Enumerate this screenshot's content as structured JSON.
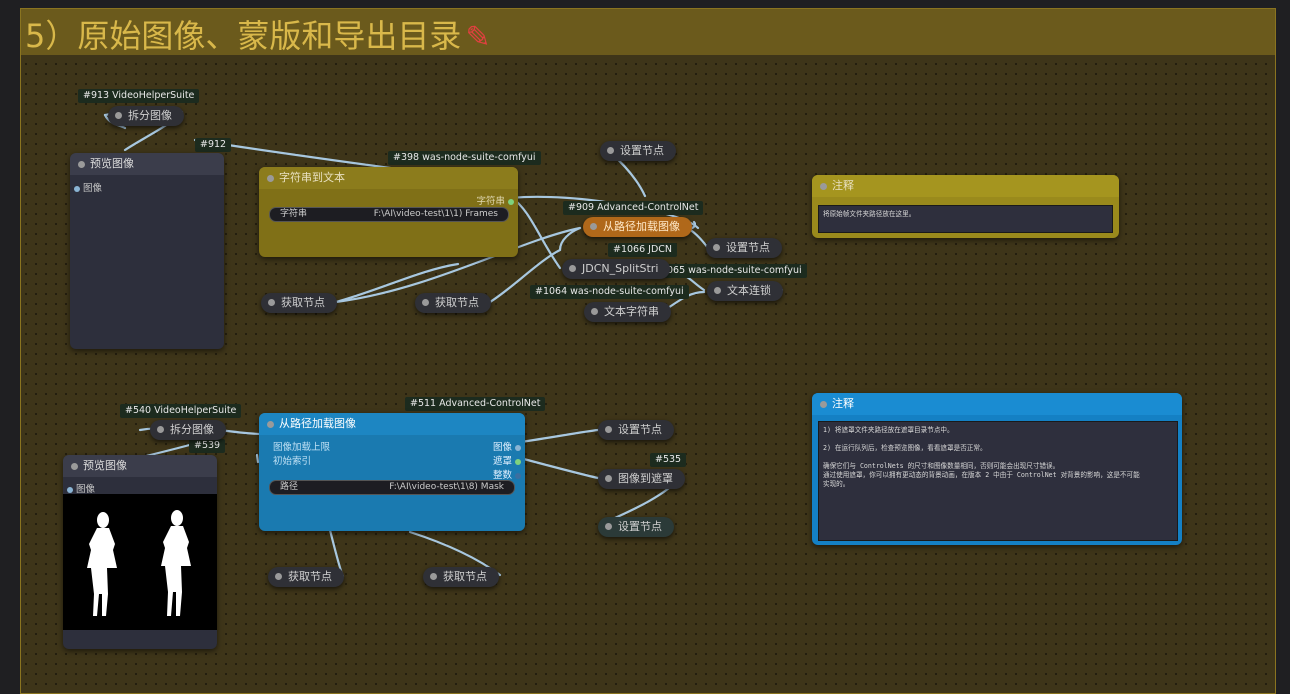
{
  "group": {
    "title": "5）原始图像、蒙版和导出目录",
    "pin_icon": "pushpin-icon",
    "color": "#6b5a1c"
  },
  "badges": {
    "b913": "#913 VideoHelperSuite",
    "b912": "#912",
    "b398": "#398 was-node-suite-comfyui",
    "b909": "#909 Advanced-ControlNet",
    "b1066": "#1066 JDCN",
    "b1065": "#1065 was-node-suite-comfyui",
    "b1064": "#1064 was-node-suite-comfyui",
    "b540": "#540 VideoHelperSuite",
    "b539": "#539",
    "b511": "#511 Advanced-ControlNet",
    "b535": "#535"
  },
  "nodes": {
    "split1": "拆分图像",
    "preview1": {
      "title": "预览图像",
      "input": "图像"
    },
    "str2text": {
      "title": "字符串到文本",
      "output": "字符串",
      "widget_label": "字符串",
      "widget_value": "F:\\AI\\video-test\\1\\1) Frames"
    },
    "setnode1": "设置节点",
    "load_path1": "从路径加载图像",
    "setnode2": "设置节点",
    "jdcn": "JDCN_SplitStri",
    "text_concat": "文本连锁",
    "text_string": "文本字符串",
    "getnode1": "获取节点",
    "getnode2": "获取节点",
    "note1": {
      "title": "注释",
      "body": "将原始帧文件夹路径放在这里。"
    },
    "split2": "拆分图像",
    "preview2": {
      "title": "预览图像",
      "input": "图像"
    },
    "load_path2": {
      "title": "从路径加载图像",
      "in1": "图像加载上限",
      "in2": "初始索引",
      "out1": "图像",
      "out2": "遮罩",
      "out3": "整数",
      "widget_label": "路径",
      "widget_value": "F:\\AI\\video-test\\1\\8) Mask"
    },
    "setnode3": "设置节点",
    "img2mask": "图像到遮罩",
    "setnode4": "设置节点",
    "getnode3": "获取节点",
    "getnode4": "获取节点",
    "note2": {
      "title": "注释",
      "body": "1) 将遮罩文件夹路径放在遮罩目录节点中。\n\n2) 在运行队列后，检查预览图像，看看遮罩是否正常。\n\n确保它们与 ControlNets 的尺寸和图像数量相同，否则可能会出现尺寸错误。\n通过使用遮罩，你可以拥有更动态的背景动画，在版本 2 中由于 ControlNet 对背景的影响，这是不可能\n实现的。"
    }
  },
  "colors": {
    "link": "#a8c8e0",
    "olive_node": "#807017",
    "blue_node": "#1a7ab0",
    "dark_node": "#2d2f3c"
  }
}
